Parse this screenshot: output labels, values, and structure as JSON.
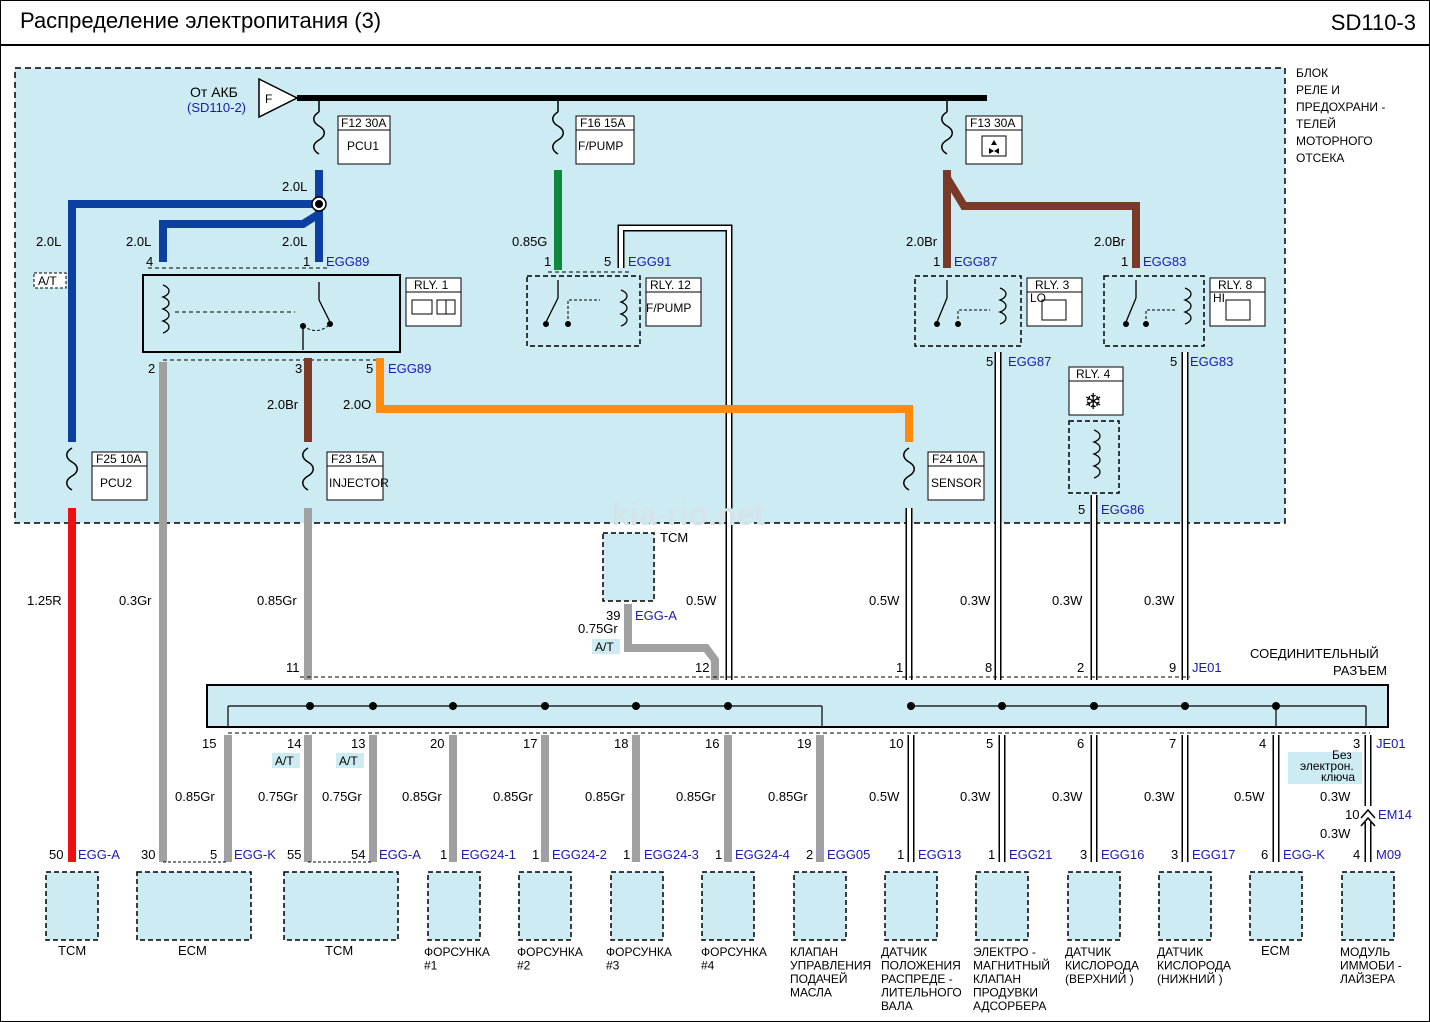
{
  "header": {
    "title": "Распределение  электропитания (3)",
    "page_id": "SD110-3"
  },
  "watermark": "kia-rio.net",
  "block": {
    "label": [
      "БЛОК",
      "РЕЛЕ  И",
      "ПРЕДОХРАНИ  -",
      "ТЕЛЕЙ",
      "МОТОРНОГО",
      "ОТСЕКА"
    ]
  },
  "battery": {
    "label": "От АКБ",
    "ref": "(SD110-2)",
    "letter": "F"
  },
  "fuses": [
    {
      "id": "F12",
      "rating": "F12 30A",
      "name": "PCU1"
    },
    {
      "id": "F16",
      "rating": "F16 15A",
      "name": "F/PUMP"
    },
    {
      "id": "F13",
      "rating": "F13 30A",
      "name": ""
    },
    {
      "id": "F25",
      "rating": "F25 10A",
      "name": "PCU2"
    },
    {
      "id": "F23",
      "rating": "F23 15A",
      "name": "INJECTOR"
    },
    {
      "id": "F24",
      "rating": "F24 10A",
      "name": "SENSOR"
    }
  ],
  "relays": [
    {
      "id": "RLY1",
      "label": "RLY. 1"
    },
    {
      "id": "RLY12",
      "label": "RLY. 12",
      "name": "F/PUMP"
    },
    {
      "id": "RLY3",
      "label": "RLY. 3",
      "sub": "LO"
    },
    {
      "id": "RLY8",
      "label": "RLY. 8",
      "sub": "HI"
    },
    {
      "id": "RLY4",
      "label": "RLY. 4"
    }
  ],
  "connector": {
    "label_1": "СОЕДИНИТЕЛЬНЫЙ",
    "label_2": "РАЗЪЕМ",
    "code": "JE01"
  },
  "tcm_top": {
    "label": "TCM",
    "pin": "39",
    "conn": "EGG-A",
    "wire": "0.75Gr",
    "at": "A/T"
  },
  "immo_note": [
    "Без",
    "электрон.",
    "ключа"
  ],
  "options": {
    "at": "A/T"
  },
  "wires": {
    "w20L": "2.0L",
    "w085G": "0.85G",
    "w20Br": "2.0Br",
    "w20O": "2.0O",
    "w125R": "1.25R",
    "w03Gr": "0.3Gr",
    "w085Gr": "0.85Gr",
    "w075Gr": "0.75Gr",
    "w05W": "0.5W",
    "w03W": "0.3W"
  },
  "pins": {
    "egg89": "EGG89",
    "egg91": "EGG91",
    "egg87": "EGG87",
    "egg83": "EGG83",
    "egg86": "EGG86",
    "je01": "JE01",
    "em14": "EM14",
    "em14_pin": "10"
  },
  "top_pins": [
    "11",
    "12",
    "1",
    "8",
    "2",
    "9"
  ],
  "bottom_pins": [
    "15",
    "14",
    "13",
    "20",
    "17",
    "18",
    "16",
    "19",
    "10",
    "5",
    "6",
    "7",
    "4",
    "3"
  ],
  "components": [
    {
      "name": "TCM",
      "pin": "50",
      "conn": "EGG-A",
      "wire": "1.25R"
    },
    {
      "name": "ECM",
      "pin": "30",
      "conn": "",
      "wire": "0.3Gr"
    },
    {
      "name": "ECM",
      "pin": "5",
      "conn": "EGG-K",
      "wire": "0.85Gr"
    },
    {
      "name": "TCM",
      "pin": "55",
      "conn": "",
      "wire": "0.75Gr"
    },
    {
      "name": "TCM",
      "pin": "54",
      "conn": "EGG-A",
      "wire": "0.75Gr"
    },
    {
      "name": "ФОРСУНКА\n#1",
      "pin": "1",
      "conn": "EGG24-1",
      "wire": "0.85Gr"
    },
    {
      "name": "ФОРСУНКА\n#2",
      "pin": "1",
      "conn": "EGG24-2",
      "wire": "0.85Gr"
    },
    {
      "name": "ФОРСУНКА\n#3",
      "pin": "1",
      "conn": "EGG24-3",
      "wire": "0.85Gr"
    },
    {
      "name": "ФОРСУНКА\n#4",
      "pin": "1",
      "conn": "EGG24-4",
      "wire": "0.85Gr"
    },
    {
      "name": "КЛАПАН\nУПРАВЛЕНИЯ\nПОДАЧЕЙ\nМАСЛА",
      "pin": "2",
      "conn": "EGG05",
      "wire": "0.85Gr"
    },
    {
      "name": "ДАТЧИК\nПОЛОЖЕНИЯ\nРАСПРЕДЕ -\nЛИТЕЛЬНОГО\nВАЛА",
      "pin": "1",
      "conn": "EGG13",
      "wire": "0.5W"
    },
    {
      "name": "ЭЛЕКТРО -\nМАГНИТНЫЙ\nКЛАПАН\nПРОДУВКИ\nАДСОРБЕРА",
      "pin": "1",
      "conn": "EGG21",
      "wire": "0.3W"
    },
    {
      "name": "ДАТЧИК\nКИСЛОРОДА\n(ВЕРХНИЙ  )",
      "pin": "3",
      "conn": "EGG16",
      "wire": "0.3W"
    },
    {
      "name": "ДАТЧИК\nКИСЛОРОДА\n(НИЖНИЙ  )",
      "pin": "3",
      "conn": "EGG17",
      "wire": "0.3W"
    },
    {
      "name": "ECM",
      "pin": "6",
      "conn": "EGG-K",
      "wire": "0.5W"
    },
    {
      "name": "МОДУЛЬ\nИММОБИ -\nЛАЙЗЕРА",
      "pin": "4",
      "conn": "M09",
      "wire": "0.3W"
    }
  ],
  "colors": {
    "blue": "#0b3fa0",
    "green": "#0a8a3a",
    "brown": "#7a3a28",
    "orange": "#ff8c10",
    "red": "#ee1010",
    "gray": "#a0a0a0",
    "panel": "#cdebf2",
    "link": "#1a1ab4"
  }
}
